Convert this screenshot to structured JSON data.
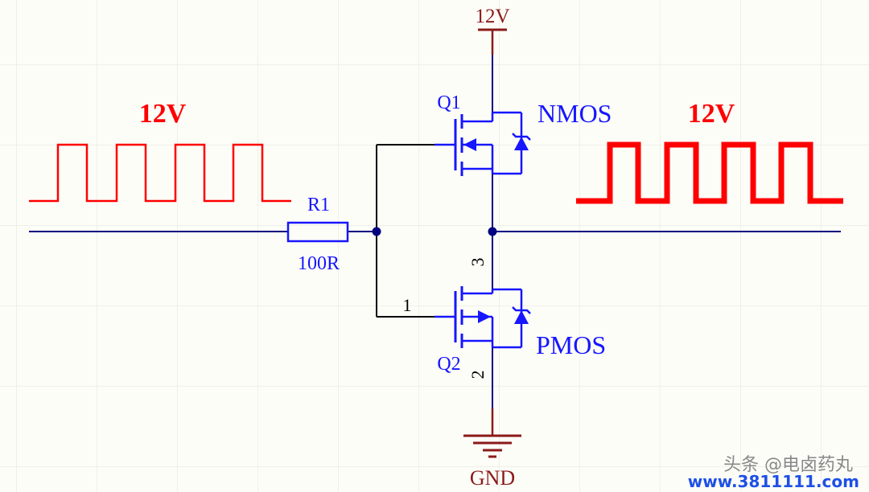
{
  "colors": {
    "background": "#fdfdf8",
    "grid": "#e3e3da",
    "wire": "#000080",
    "component": "#1616ff",
    "power": "#8b1a1a",
    "signal": "#ff0000",
    "drain_wire": "#000000"
  },
  "labels": {
    "vcc": "12V",
    "gnd": "GND",
    "input_amplitude": "12V",
    "output_amplitude": "12V",
    "r1_designator": "R1",
    "r1_value": "100R",
    "q1_designator": "Q1",
    "q1_type": "NMOS",
    "q2_designator": "Q2",
    "q2_type": "PMOS",
    "pin_1": "1",
    "pin_2": "2",
    "pin_3": "3"
  },
  "watermark": {
    "source": "头条 @电卤药丸",
    "url": "www.3811111.com"
  }
}
